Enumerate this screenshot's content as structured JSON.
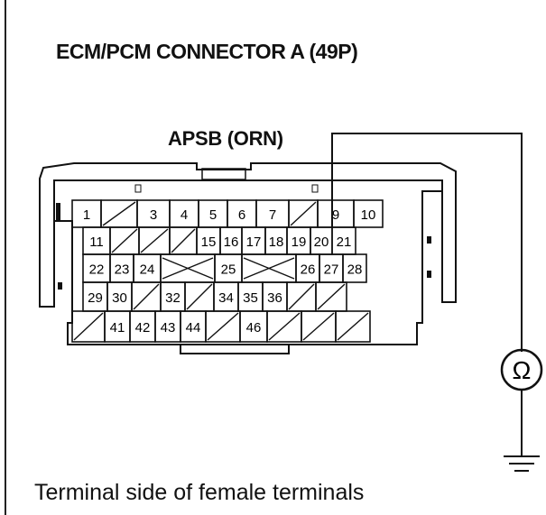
{
  "title": "ECM/PCM CONNECTOR A (49P)",
  "pin_label": "APSB (ORN)",
  "caption": "Terminal side of female terminals",
  "meter_symbol": "Ω",
  "colors": {
    "ink": "#111111",
    "background": "#ffffff"
  },
  "connector": {
    "rows": [
      [
        "1",
        "/",
        "3",
        "4",
        "5",
        "6",
        "7",
        "/",
        "9",
        "10"
      ],
      [
        "11",
        "/",
        "/",
        "/",
        "15",
        "16",
        "17",
        "18",
        "19",
        "20",
        "21"
      ],
      [
        "22",
        "23",
        "24",
        "X",
        "25",
        "X",
        "26",
        "27",
        "28"
      ],
      [
        "29",
        "30",
        "/",
        "32",
        "/",
        "34",
        "35",
        "36",
        "/",
        "/"
      ],
      [
        "/",
        "41",
        "42",
        "43",
        "44",
        "/",
        "46",
        "/",
        "/",
        "/"
      ]
    ],
    "highlighted_terminal": "19",
    "icons": [
      "ohmmeter-icon",
      "ground-icon"
    ]
  }
}
